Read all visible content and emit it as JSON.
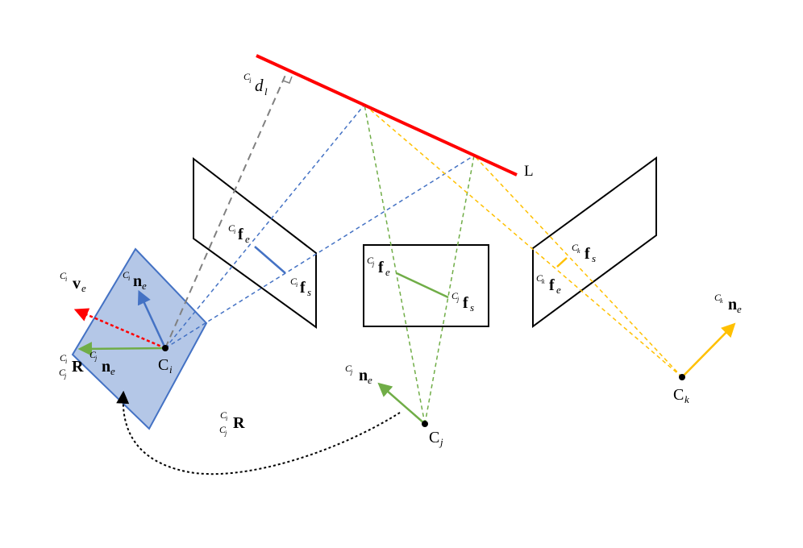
{
  "line_label": "L",
  "distance": {
    "sup": "C",
    "sub": "i",
    "main": "d",
    "main_sub": "l"
  },
  "cameras": {
    "i": {
      "letter": "C",
      "sub": "i"
    },
    "j": {
      "letter": "C",
      "sub": "j"
    },
    "k": {
      "letter": "C",
      "sub": "k"
    }
  },
  "features": {
    "ci_fe": {
      "sup": "C",
      "supsub": "i",
      "main": "f",
      "sub": "e"
    },
    "ci_fs": {
      "sup": "C",
      "supsub": "i",
      "main": "f",
      "sub": "s"
    },
    "cj_fe": {
      "sup": "C",
      "supsub": "j",
      "main": "f",
      "sub": "e"
    },
    "cj_fs": {
      "sup": "C",
      "supsub": "j",
      "main": "f",
      "sub": "s"
    },
    "ck_fe": {
      "sup": "C",
      "supsub": "k",
      "main": "f",
      "sub": "e"
    },
    "ck_fs": {
      "sup": "C",
      "supsub": "k",
      "main": "f",
      "sub": "s"
    }
  },
  "normals": {
    "ci_ne": {
      "sup": "C",
      "supsub": "i",
      "main": "n",
      "sub": "e"
    },
    "cj_ne_rot": {
      "sup": "C",
      "supsub": "j",
      "main": "n",
      "sub": "e"
    },
    "cj_ne": {
      "sup": "C",
      "supsub": "j",
      "main": "n",
      "sub": "e"
    },
    "ck_ne": {
      "sup": "C",
      "supsub": "k",
      "main": "n",
      "sub": "e"
    }
  },
  "direction": {
    "sup": "C",
    "supsub": "i",
    "main": "v",
    "sub": "e"
  },
  "rotation": {
    "top_sup": "C",
    "top_supsub": "i",
    "bot_sup": "C",
    "bot_supsub": "j",
    "main": "R"
  },
  "colors": {
    "line": "#ff0000",
    "blue": "#4472c4",
    "plane_fill": "#b4c7e7",
    "green": "#70ad47",
    "yellow": "#ffc000",
    "gray": "#808080",
    "black": "#000000"
  }
}
